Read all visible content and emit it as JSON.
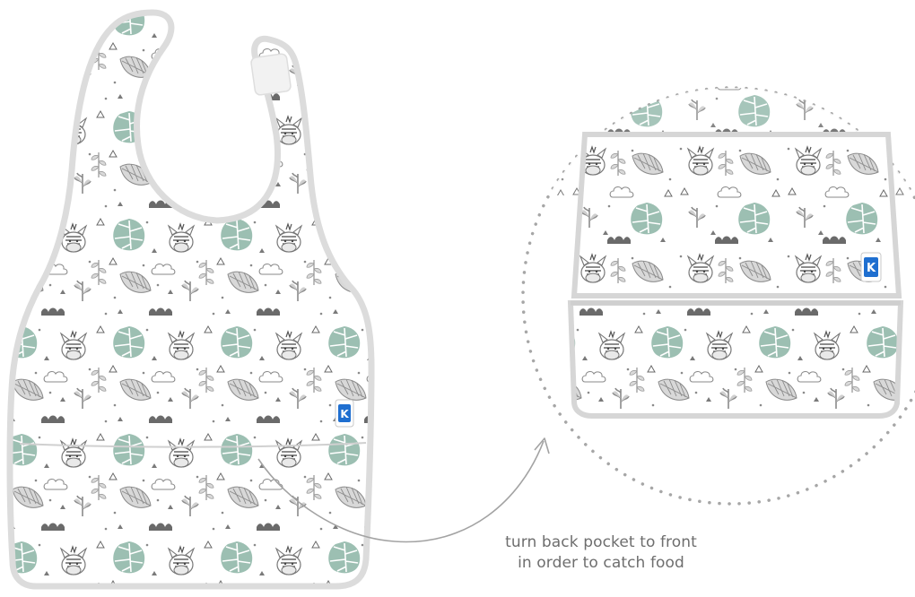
{
  "caption": {
    "line1": "turn back pocket to front",
    "line2": "in order to catch food"
  },
  "brand_badge": {
    "letter": "K",
    "color": "#1f6fd0"
  },
  "pattern": {
    "motifs": [
      "zebra-icon",
      "monstera-leaf-icon",
      "palm-leaf-icon",
      "cloud-icon",
      "triangle-icon",
      "grass-icon"
    ],
    "colors": {
      "gray": "#8a8a8a",
      "dark_gray": "#5c5c5c",
      "green": "#8fb5a8",
      "trim": "#d9d9d9"
    }
  }
}
